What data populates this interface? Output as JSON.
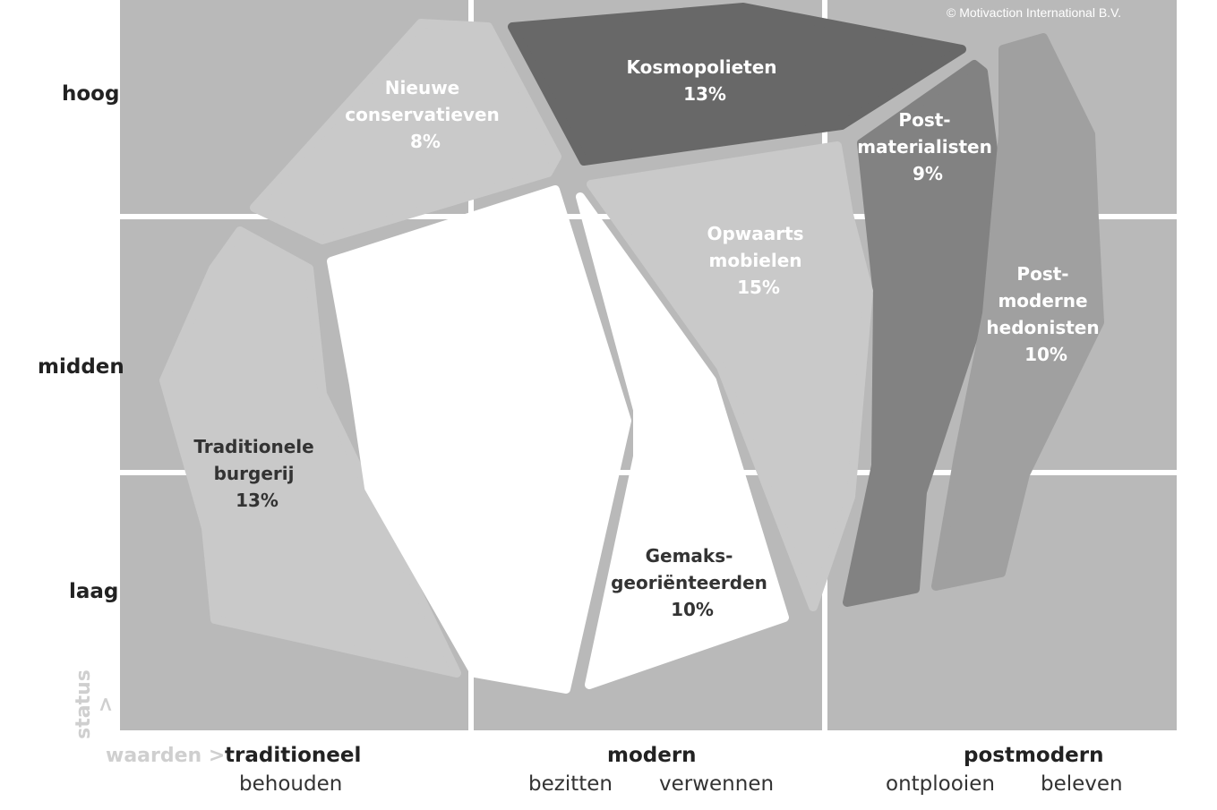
{
  "copyright": "© Motivaction International B.V.",
  "axes": {
    "status_label": "status >",
    "values_label": "waarden >",
    "status_levels": [
      "hoog",
      "midden",
      "laag"
    ],
    "value_columns": [
      {
        "heading": "traditioneel",
        "subs": [
          "behouden"
        ]
      },
      {
        "heading": "modern",
        "subs": [
          "bezitten",
          "verwennen"
        ]
      },
      {
        "heading": "postmodern",
        "subs": [
          "ontplooien",
          "beleven"
        ]
      }
    ]
  },
  "segments": [
    {
      "id": "nieuwe-conservatieven",
      "lines": [
        "Nieuwe",
        "conservatieven",
        "8%"
      ],
      "percent": 8,
      "color": "#c9c9c9"
    },
    {
      "id": "kosmopolieten",
      "lines": [
        "Kosmopolieten",
        "13%"
      ],
      "percent": 13,
      "color": "#686868"
    },
    {
      "id": "postmaterialisten",
      "lines": [
        "Post-",
        "materialisten",
        "9%"
      ],
      "percent": 9,
      "color": "#828282"
    },
    {
      "id": "postmoderne-hedonisten",
      "lines": [
        "Post-",
        "moderne",
        "hedonisten",
        "10%"
      ],
      "percent": 10,
      "color": "#a0a0a0"
    },
    {
      "id": "opwaarts-mobielen",
      "lines": [
        "Opwaarts",
        "mobielen",
        "15%"
      ],
      "percent": 15,
      "color": "#c9c9c9"
    },
    {
      "id": "traditionele-burgerij",
      "lines": [
        "Traditionele",
        "burgerij",
        "13%"
      ],
      "percent": 13,
      "color": "#c9c9c9"
    },
    {
      "id": "gemaksgeorienteerden",
      "lines": [
        "Gemaks-",
        "georiënteerden",
        "10%"
      ],
      "percent": 10,
      "color": "#ffffff"
    }
  ]
}
